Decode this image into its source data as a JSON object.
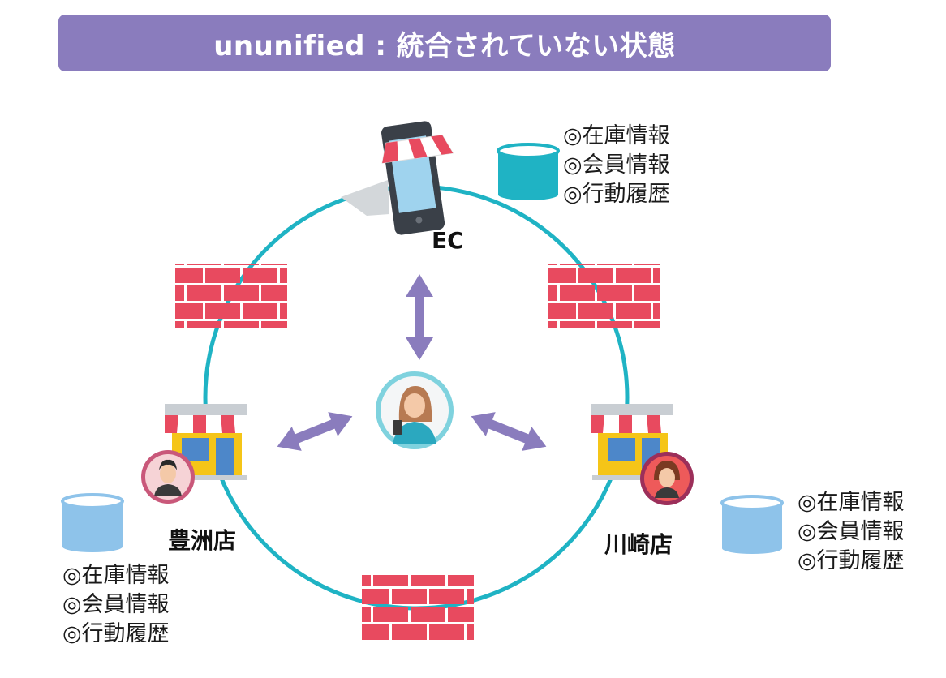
{
  "header": {
    "title": "ununified : 統合されていない状態"
  },
  "nodes": {
    "ec": {
      "label": "EC",
      "data": [
        "◎在庫情報",
        "◎会員情報",
        "◎行動履歴"
      ]
    },
    "toyosu": {
      "label": "豊洲店",
      "data": [
        "◎在庫情報",
        "◎会員情報",
        "◎行動履歴"
      ]
    },
    "kawasaki": {
      "label": "川崎店",
      "data": [
        "◎在庫情報",
        "◎会員情報",
        "◎行動履歴"
      ]
    }
  },
  "colors": {
    "banner": "#8a7cbd",
    "circle": "#1fb3c4",
    "brick": "#e84a5f",
    "arrow": "#8a7cbd",
    "db_ec": "#1fb3c4",
    "db_store": "#8ec3ea"
  },
  "icons": [
    "smartphone-shop-icon",
    "store-icon",
    "person-icon",
    "database-icon",
    "brick-wall-icon",
    "double-arrow-icon"
  ]
}
